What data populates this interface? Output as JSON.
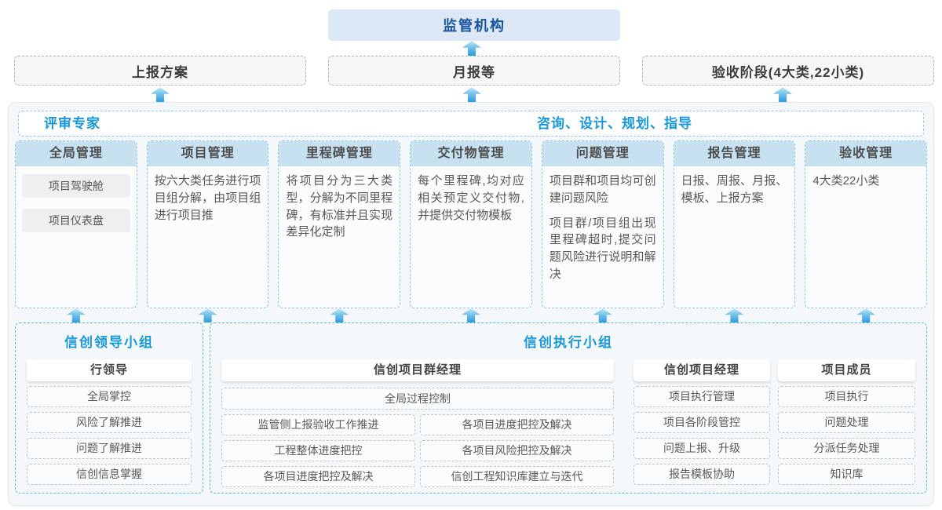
{
  "colors": {
    "accent_blue": "#1898dd",
    "navy_title": "#17549e",
    "regulator_bg": "#dce8f5",
    "column_header_bg": "#c7e1f1",
    "dashed_blue_border": "#8cc8ea",
    "arrow_blue": "#2d9cdc",
    "outer_bg": "#f5f8fa"
  },
  "top": {
    "regulator": "监管机构",
    "report_boxes": [
      {
        "label": "上报方案"
      },
      {
        "label": "月报等"
      },
      {
        "label": "验收阶段(4大类,22小类)"
      }
    ]
  },
  "main": {
    "left_header": "评审专家",
    "right_header": "咨询、设计、规划、指导",
    "columns": [
      {
        "title": "全局管理",
        "pills": [
          "项目驾驶舱",
          "项目仪表盘"
        ]
      },
      {
        "title": "项目管理",
        "paragraphs": [
          "按六大类任务进行项目组分解，由项目组进行项目推"
        ]
      },
      {
        "title": "里程碑管理",
        "paragraphs": [
          "将项目分为三大类型，分解为不同里程碑，有标准并且实现差异化定制"
        ]
      },
      {
        "title": "交付物管理",
        "paragraphs": [
          "每个里程碑,均对应相关预定义交付物,并提供交付物模板"
        ]
      },
      {
        "title": "问题管理",
        "paragraphs": [
          "项目群和项目均可创建问题风险",
          "项目群/项目组出现里程碑超时,提交问题风险进行说明和解决"
        ]
      },
      {
        "title": "报告管理",
        "paragraphs": [
          "日报、周报、月报、模板、上报方案"
        ]
      },
      {
        "title": "验收管理",
        "paragraphs": [
          "4大类22小类"
        ]
      }
    ]
  },
  "bottom": {
    "leader_group": {
      "title": "信创领导小组",
      "role": "行领导",
      "items": [
        "全局掌控",
        "风险了解推进",
        "问题了解推进",
        "信创信息掌握"
      ]
    },
    "exec_group": {
      "title": "信创执行小组",
      "pm_group": {
        "role": "信创项目群经理",
        "full_item": "全局过程控制",
        "left_items": [
          "监管侧上报验收工作推进",
          "工程整体进度把控",
          "各项目进度把控及解决"
        ],
        "right_items": [
          "各项目进度把控及解决",
          "各项目风险把控及解决",
          "信创工程知识库建立与迭代"
        ]
      },
      "pm": {
        "role": "信创项目经理",
        "items": [
          "项目执行管理",
          "项目各阶段管控",
          "问题上报、升级",
          "报告模板协助"
        ]
      },
      "member": {
        "role": "项目成员",
        "items": [
          "项目执行",
          "问题处理",
          "分派任务处理",
          "知识库"
        ]
      }
    }
  }
}
